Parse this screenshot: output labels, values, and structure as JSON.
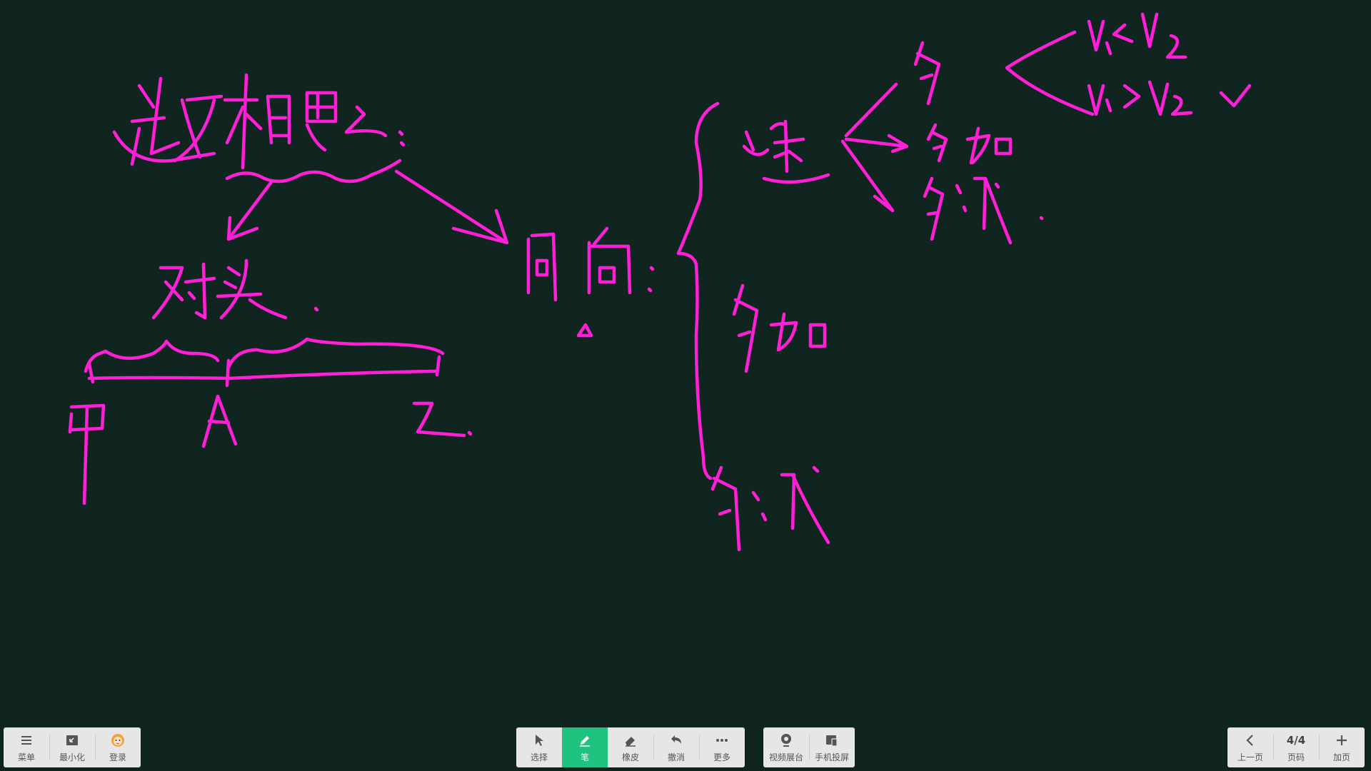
{
  "app": {
    "background_color": "#102520",
    "ink_color": "#ff1fd6",
    "accent_color": "#1fc37f"
  },
  "left_toolbar": {
    "menu": {
      "label": "菜单",
      "icon": "menu-icon"
    },
    "minimize": {
      "label": "最小化",
      "icon": "minimize-icon"
    },
    "login": {
      "label": "登录",
      "icon": "avatar-icon"
    }
  },
  "center_toolbar": {
    "select": {
      "label": "选择",
      "icon": "cursor-icon"
    },
    "pen": {
      "label": "笔",
      "icon": "pen-icon",
      "active": true
    },
    "eraser": {
      "label": "橡皮",
      "icon": "eraser-icon"
    },
    "undo": {
      "label": "撤消",
      "icon": "undo-icon"
    },
    "more": {
      "label": "更多",
      "icon": "more-icon"
    }
  },
  "media_toolbar": {
    "video_booth": {
      "label": "视频展台",
      "icon": "camera-icon"
    },
    "phone_cast": {
      "label": "手机投屏",
      "icon": "phone-cast-icon"
    }
  },
  "right_toolbar": {
    "prev_page": {
      "label": "上一页",
      "icon": "chevron-left-icon"
    },
    "page_indicator": {
      "label": "页码",
      "value": "4/4"
    },
    "add_page": {
      "label": "加页",
      "icon": "plus-icon"
    }
  },
  "board": {
    "handwriting": "追及相遇: 对头 甲 A 乙 同向 匀速 匀加 匀减 V1<V2 V1>V2"
  }
}
